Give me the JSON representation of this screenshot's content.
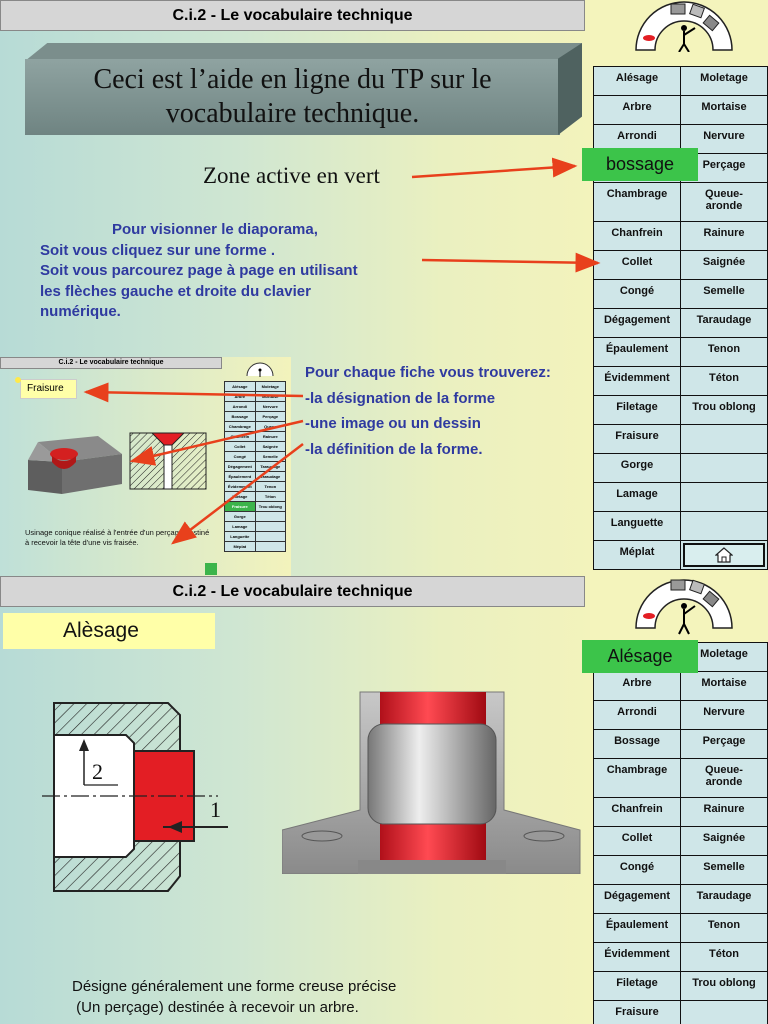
{
  "slide1": {
    "title": "C.i.2  -   Le vocabulaire technique",
    "headline": "Ceci est l’aide en ligne du TP sur le vocabulaire technique.",
    "zone_text": "Zone active en vert",
    "badge": "bossage",
    "instructions": [
      "Pour visionner le diaporama,",
      "Soit vous cliquez sur une forme .",
      "Soit vous parcourez page à page en utilisant",
      "les flèches gauche et droite du clavier",
      "numérique."
    ],
    "chaque": [
      "Pour chaque fiche vous trouverez:",
      "-la désignation de la forme",
      "-une image ou un dessin",
      "-la définition de la forme."
    ],
    "thumb": {
      "title": "C.i.2  -  Le vocabulaire technique",
      "label": "Fraisure",
      "caption": "Usinage conique réalisé à l'entrée d'un perçage destiné à recevoir la tête d'une vis fraisée."
    }
  },
  "nav": {
    "rows": [
      [
        "Alésage",
        "Moletage"
      ],
      [
        "Arbre",
        "Mortaise"
      ],
      [
        "Arrondi",
        "Nervure"
      ],
      [
        "Bossage",
        "Perçage"
      ],
      [
        "Chambrage",
        "Queue-\naronde"
      ],
      [
        "Chanfrein",
        "Rainure"
      ],
      [
        "Collet",
        "Saignée"
      ],
      [
        "Congé",
        "Semelle"
      ],
      [
        "Dégagement",
        "Taraudage"
      ],
      [
        "Épaulement",
        "Tenon"
      ],
      [
        "Évidemment",
        "Téton"
      ],
      [
        "Filetage",
        "Trou oblong"
      ],
      [
        "Fraisure",
        ""
      ],
      [
        "Gorge",
        ""
      ],
      [
        "Lamage",
        ""
      ],
      [
        "Languette",
        ""
      ],
      [
        "Méplat",
        ""
      ]
    ],
    "home_icon": "home-icon"
  },
  "slide2": {
    "title": "C.i.2  -   Le vocabulaire technique",
    "label": "Alèsage",
    "badge": "Alésage",
    "dim1": "1",
    "dim2": "2",
    "description": [
      "Désigne généralement une forme creuse précise",
      " (Un perçage) destinée à recevoir un arbre."
    ]
  },
  "colors": {
    "green": "#3cc44a",
    "arrow": "#e8401c",
    "blue_text": "#2f3aa0",
    "cell": "#cfe6e8"
  }
}
